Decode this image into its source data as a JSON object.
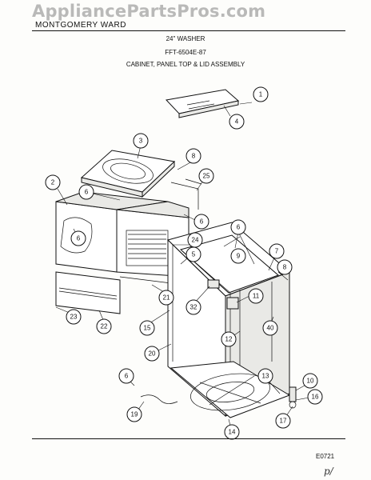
{
  "watermark": "AppliancePartsPros.com",
  "header": {
    "brand": "MONTGOMERY WARD",
    "title_1": "24\" WASHER",
    "title_2": "FFT-6504E-87",
    "title_3": "CABINET, PANEL TOP & LID ASSEMBLY"
  },
  "diagram_code": "E0721",
  "handwritten_note": "p/",
  "callouts": [
    {
      "label": "1"
    },
    {
      "label": "4"
    },
    {
      "label": "3"
    },
    {
      "label": "8"
    },
    {
      "label": "25"
    },
    {
      "label": "2"
    },
    {
      "label": "6"
    },
    {
      "label": "6"
    },
    {
      "label": "6"
    },
    {
      "label": "24"
    },
    {
      "label": "5"
    },
    {
      "label": "6"
    },
    {
      "label": "9"
    },
    {
      "label": "7"
    },
    {
      "label": "8"
    },
    {
      "label": "21"
    },
    {
      "label": "32"
    },
    {
      "label": "11"
    },
    {
      "label": "23"
    },
    {
      "label": "22"
    },
    {
      "label": "15"
    },
    {
      "label": "40"
    },
    {
      "label": "12"
    },
    {
      "label": "20"
    },
    {
      "label": "6"
    },
    {
      "label": "13"
    },
    {
      "label": "10"
    },
    {
      "label": "16"
    },
    {
      "label": "19"
    },
    {
      "label": "17"
    },
    {
      "label": "14"
    }
  ]
}
